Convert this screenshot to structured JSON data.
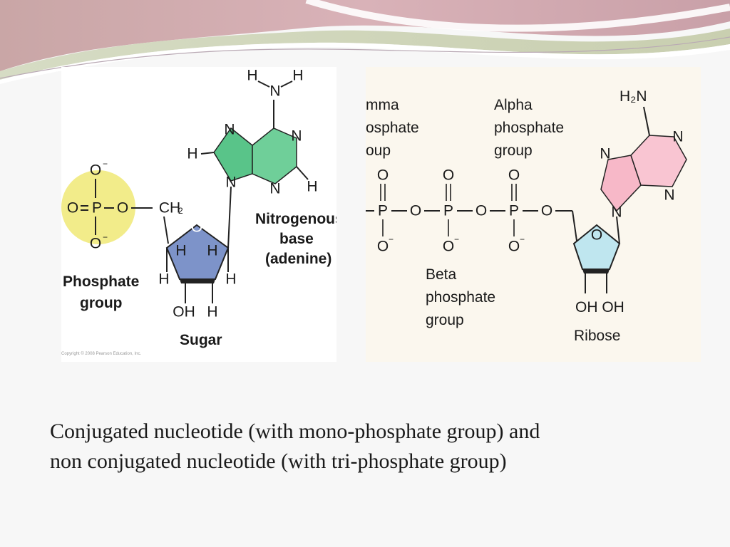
{
  "caption": {
    "line1": "Conjugated nucleotide (with mono-phosphate group) and",
    "line2": "non conjugated nucleotide (with tri-phosphate group)"
  },
  "left_diagram": {
    "phosphate_label_1": "Phosphate",
    "phosphate_label_2": "group",
    "sugar_label": "Sugar",
    "base_label_1": "Nitrogenous",
    "base_label_2": "base",
    "base_label_3": "(adenine)",
    "copyright": "Copyright © 2008 Pearson Education, Inc.",
    "colors": {
      "phosphate": "#f2ec8a",
      "sugar": "#7d93c9",
      "base": "#59c489"
    }
  },
  "right_diagram": {
    "gamma_label_1": "mma",
    "gamma_label_2": "osphate",
    "gamma_label_3": "oup",
    "alpha_label_1": "Alpha",
    "alpha_label_2": "phosphate",
    "alpha_label_3": "group",
    "beta_label_1": "Beta",
    "beta_label_2": "phosphate",
    "beta_label_3": "group",
    "ribose_label": "Ribose",
    "amine": "H₂N",
    "hydroxyls": "OH OH",
    "colors": {
      "ribose": "#bfe6ef",
      "base": "#f7b8c8"
    }
  }
}
